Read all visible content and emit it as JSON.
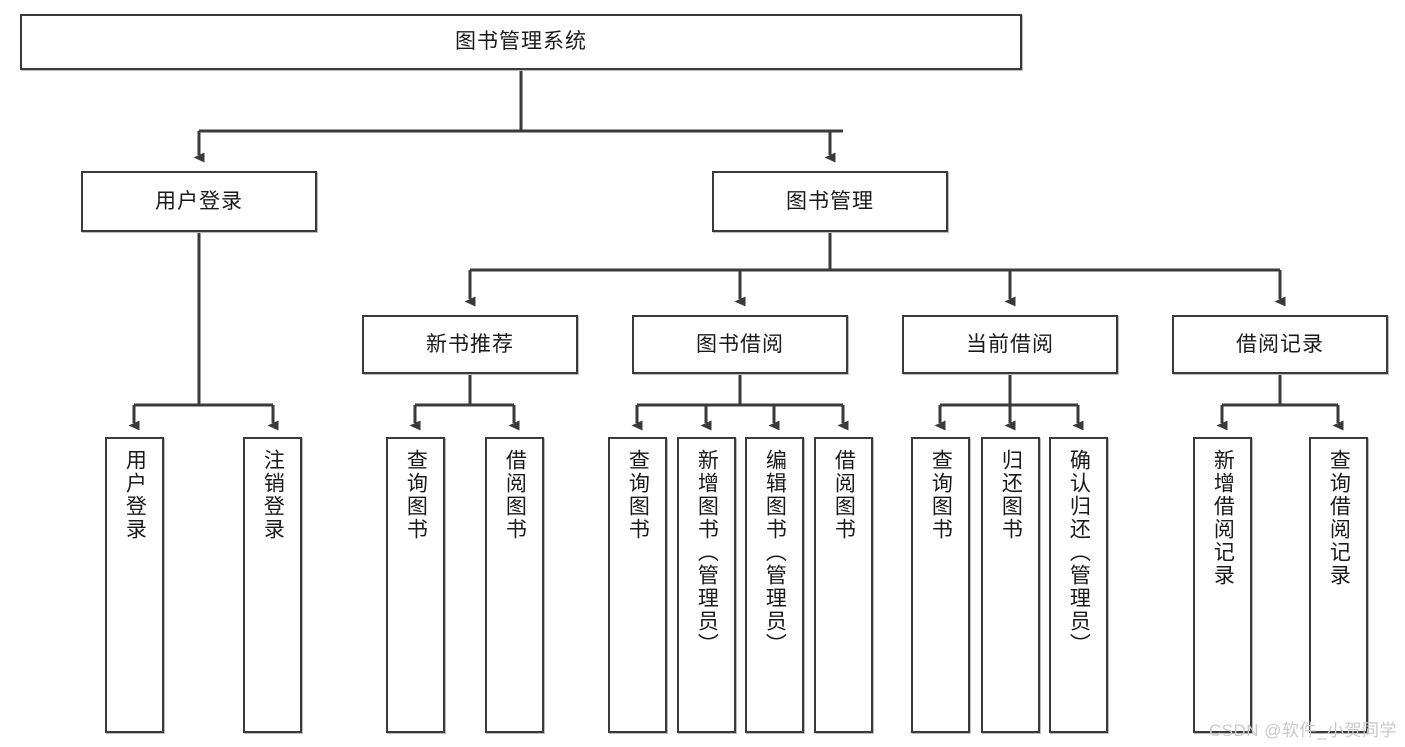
{
  "diagram": {
    "title": "图书管理系统",
    "root": {
      "label": "图书管理系统"
    },
    "level2": [
      {
        "label": "用户登录"
      },
      {
        "label": "图书管理"
      }
    ],
    "level3": [
      {
        "label": "新书推荐"
      },
      {
        "label": "图书借阅"
      },
      {
        "label": "当前借阅"
      },
      {
        "label": "借阅记录"
      }
    ],
    "leaves": {
      "user_login": [
        {
          "label": "用户登录"
        },
        {
          "label": "注销登录"
        }
      ],
      "new_book_recommend": [
        {
          "label": "查询图书"
        },
        {
          "label": "借阅图书"
        }
      ],
      "book_borrow": [
        {
          "label": "查询图书"
        },
        {
          "label": "新增图书（管理员）"
        },
        {
          "label": "编辑图书（管理员）"
        },
        {
          "label": "借阅图书"
        }
      ],
      "current_borrow": [
        {
          "label": "查询图书"
        },
        {
          "label": "归还图书"
        },
        {
          "label": "确认归还（管理员）"
        }
      ],
      "borrow_record": [
        {
          "label": "新增借阅记录"
        },
        {
          "label": "查询借阅记录"
        }
      ]
    }
  },
  "watermark": {
    "text": "CSDN @软件_小贺同学"
  },
  "colors": {
    "stroke": "#3a3a3a",
    "box_fill": "#ffffff",
    "text": "#1a1a1a",
    "watermark": "#c9c9c9"
  }
}
